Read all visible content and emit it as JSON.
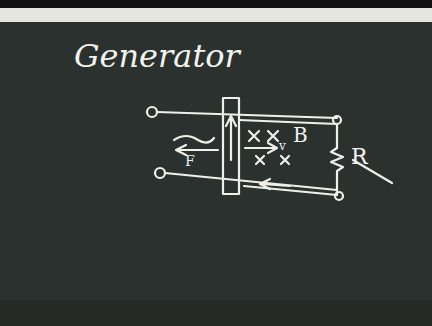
{
  "diagram": {
    "title": "Generator",
    "labels": [
      "B",
      "R",
      "F",
      "v"
    ]
  }
}
